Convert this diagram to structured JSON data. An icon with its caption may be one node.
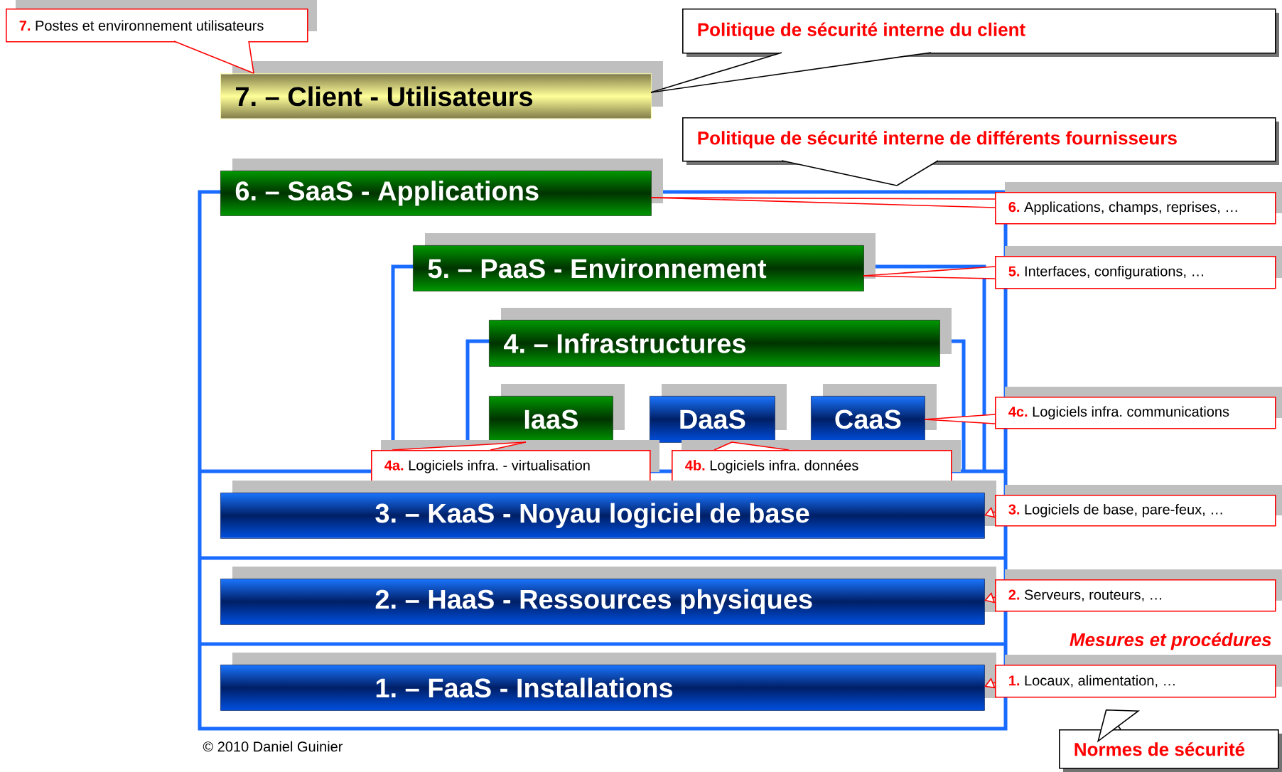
{
  "diagram": {
    "nodes": [
      {
        "text": [
          "7.",
          "Postes et environnement utilisateurs"
        ]
      },
      {
        "text": [
          "Politique de sécurité interne du client"
        ]
      },
      {
        "text": [
          "7. – Client - Utilisateurs"
        ]
      },
      {
        "text": [
          "Politique de sécurité interne de différents fournisseurs"
        ]
      },
      {
        "text": [
          "6. – SaaS - Applications"
        ]
      },
      {
        "text": [
          "6.",
          "Applications, champs, reprises, …"
        ]
      },
      {
        "text": [
          "5. – PaaS - Environnement"
        ]
      },
      {
        "text": [
          "5.",
          "Interfaces, configurations, …"
        ]
      },
      {
        "text": [
          "4. – Infrastructures"
        ]
      },
      {
        "text": [
          "IaaS"
        ]
      },
      {
        "text": [
          "DaaS"
        ]
      },
      {
        "text": [
          "CaaS"
        ]
      },
      {
        "text": [
          "4c.",
          "Logiciels infra. communications"
        ]
      },
      {
        "text": [
          "4a.",
          "Logiciels infra. - virtualisation"
        ]
      },
      {
        "text": [
          "4b.",
          "Logiciels infra. données"
        ]
      },
      {
        "text": [
          "3. – KaaS - Noyau logiciel de base"
        ]
      },
      {
        "text": [
          "3.",
          "Logiciels de base, pare-feux, …"
        ]
      },
      {
        "text": [
          "2. – HaaS - Ressources physiques"
        ]
      },
      {
        "text": [
          "2.",
          "Serveurs, routeurs, …"
        ]
      },
      {
        "text": [
          "1. – FaaS - Installations"
        ]
      },
      {
        "text": [
          "1.",
          "Locaux, alimentation, …"
        ]
      },
      {
        "text": [
          "Normes de sécurité"
        ]
      }
    ],
    "edges": [
      {
        "from": 0,
        "to": 2,
        "arrow": "none"
      },
      {
        "from": 1,
        "to": 2,
        "arrow": "none",
        "color": "#000000"
      },
      {
        "from": 3,
        "to": null,
        "arrow": "none",
        "color": "#000000"
      },
      {
        "from": 5,
        "to": 4,
        "arrow": "none"
      },
      {
        "from": 7,
        "to": 6,
        "arrow": "none"
      },
      {
        "from": 12,
        "to": 11,
        "arrow": "none"
      },
      {
        "from": 13,
        "to": 9,
        "arrow": "none"
      },
      {
        "from": 14,
        "to": 10,
        "arrow": "none"
      },
      {
        "from": 16,
        "to": 15,
        "arrow": "to"
      },
      {
        "from": 18,
        "to": 17,
        "arrow": "to"
      },
      {
        "from": 20,
        "to": 19,
        "arrow": "to"
      },
      {
        "from": 21,
        "to": null,
        "arrow": "to",
        "color": "#000000"
      }
    ],
    "labels": [
      "Mesures et procédures",
      "© 2010 Daniel Guinier"
    ]
  }
}
